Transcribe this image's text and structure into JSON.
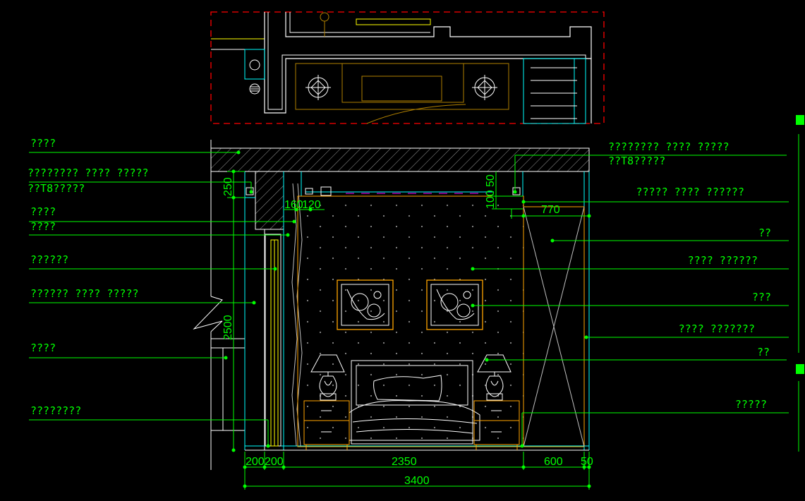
{
  "colors": {
    "background": "#000000",
    "annotation": "#00ff00",
    "structure": "#ffffff",
    "wall_cyan": "#00ffff",
    "furniture": "#ffa500",
    "plan_red": "#ff0000",
    "hatch": "#b0b0b0",
    "accent_yellow": "#ffff00",
    "plan_brown": "#b08000",
    "ceiling_magenta": "#ff00ff"
  },
  "left_labels": [
    {
      "text": "????"
    },
    {
      "text": "???????? ???? ?????"
    },
    {
      "text": "??T8?????"
    },
    {
      "text": "????"
    },
    {
      "text": "????"
    },
    {
      "text": "??????"
    },
    {
      "text": "?????? ???? ?????"
    },
    {
      "text": "????"
    },
    {
      "text": "????????"
    }
  ],
  "right_labels": [
    {
      "text": "???????? ???? ?????"
    },
    {
      "text": "??T8?????"
    },
    {
      "text": "????? ???? ??????"
    },
    {
      "text": "??"
    },
    {
      "text": "???? ??????"
    },
    {
      "text": "???"
    },
    {
      "text": "???? ???????"
    },
    {
      "text": "??"
    },
    {
      "text": "?????"
    }
  ],
  "dimensions": {
    "bottom_segments": [
      "200",
      "200",
      "2350",
      "600",
      "50"
    ],
    "overall": "3400",
    "height_top": "250",
    "height_main": "2500",
    "ceiling_a": "160",
    "ceiling_b": "120",
    "ceiling_c": "50",
    "ceiling_d": "100",
    "wardrobe_width": "770"
  },
  "icons": {
    "frame_left": "framed-art-icon",
    "frame_right": "framed-art-icon",
    "lamp": "table-lamp-icon",
    "bed": "bed-icon",
    "grip": "snap-grip-icon"
  }
}
